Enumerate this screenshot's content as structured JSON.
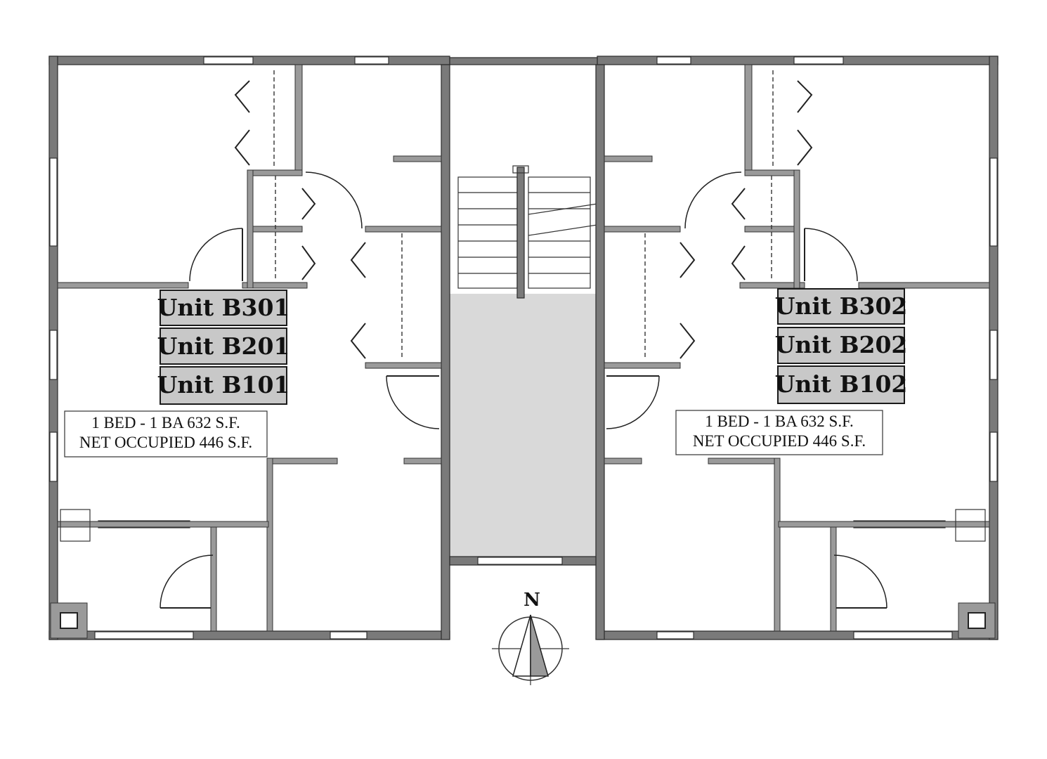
{
  "colors": {
    "wall": "#7a7a7a",
    "label_fill": "#c8c8c8",
    "stair_hall": "#d9d9d9",
    "background": "#ffffff"
  },
  "units_west": [
    {
      "label": "Unit B301"
    },
    {
      "label": "Unit B201"
    },
    {
      "label": "Unit B101"
    }
  ],
  "units_east": [
    {
      "label": "Unit B302"
    },
    {
      "label": "Unit B202"
    },
    {
      "label": "Unit B102"
    }
  ],
  "info_west": {
    "line1": "1 BED - 1 BA  632 S.F.",
    "line2": "NET OCCUPIED 446 S.F."
  },
  "info_east": {
    "line1": "1 BED - 1 BA  632 S.F.",
    "line2": "NET OCCUPIED 446 S.F."
  },
  "north_arrow": {
    "label": "N",
    "icon": "north-arrow-icon"
  }
}
